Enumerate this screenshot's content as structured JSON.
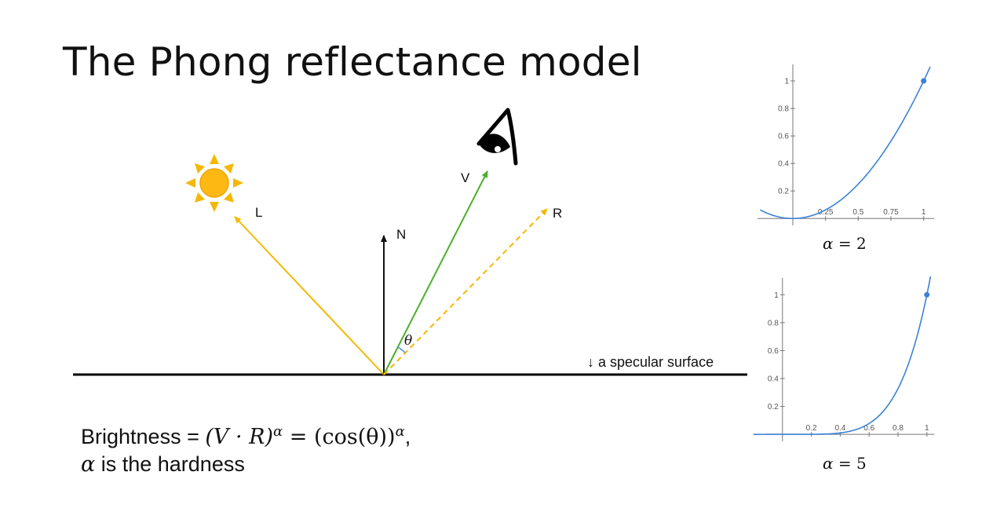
{
  "title": "The Phong reflectance model",
  "diagram": {
    "labels": {
      "L": "L",
      "N": "N",
      "V": "V",
      "R": "R",
      "theta": "θ"
    },
    "surface_note": "↓ a specular surface",
    "colors": {
      "light_ray": "#f5b800",
      "view_ray": "#4caf2a",
      "reflect_ray": "#f5b800",
      "normal": "#111111",
      "surface": "#000000",
      "sun": "#fdb813"
    },
    "icons": [
      "sun-icon",
      "eye-icon"
    ]
  },
  "formula": {
    "line1_prefix": "Brightness = ",
    "line1_expr1": "(V · R)",
    "line1_sup1": "α",
    "line1_eq": " = ",
    "line1_expr2": "(cos(θ))",
    "line1_sup2": "α",
    "line1_suffix": ",",
    "line2_symbol": "α",
    "line2_text": " is the hardness"
  },
  "chart_data": [
    {
      "type": "line",
      "function": "x^2",
      "x": [
        -0.25,
        0,
        0.25,
        0.5,
        0.75,
        1.0,
        1.05
      ],
      "y": [
        0.0625,
        0,
        0.0625,
        0.25,
        0.5625,
        1.0,
        1.1025
      ],
      "highlight_point": [
        1,
        1
      ],
      "xticks": [
        "0.25",
        "0.5",
        "0.75",
        "1"
      ],
      "yticks": [
        "0.2",
        "0.4",
        "0.6",
        "0.8",
        "1"
      ],
      "xlim": [
        -0.27,
        1.08
      ],
      "ylim": [
        -0.05,
        1.12
      ],
      "caption_symbol": "α",
      "caption_text": " = 2",
      "line_color": "#3b82d6"
    },
    {
      "type": "line",
      "function": "x^5",
      "x": [
        -0.2,
        0,
        0.2,
        0.4,
        0.6,
        0.8,
        1.0,
        1.03
      ],
      "y": [
        -0.00032,
        0,
        0.00032,
        0.01024,
        0.07776,
        0.32768,
        1.0,
        1.159
      ],
      "highlight_point": [
        1,
        1
      ],
      "xticks": [
        "0.2",
        "0.4",
        "0.6",
        "0.8",
        "1"
      ],
      "yticks": [
        "0.2",
        "0.4",
        "0.6",
        "0.8",
        "1"
      ],
      "xlim": [
        -0.2,
        1.05
      ],
      "ylim": [
        -0.05,
        1.12
      ],
      "caption_symbol": "α",
      "caption_text": " = 5",
      "line_color": "#3b82d6"
    }
  ]
}
